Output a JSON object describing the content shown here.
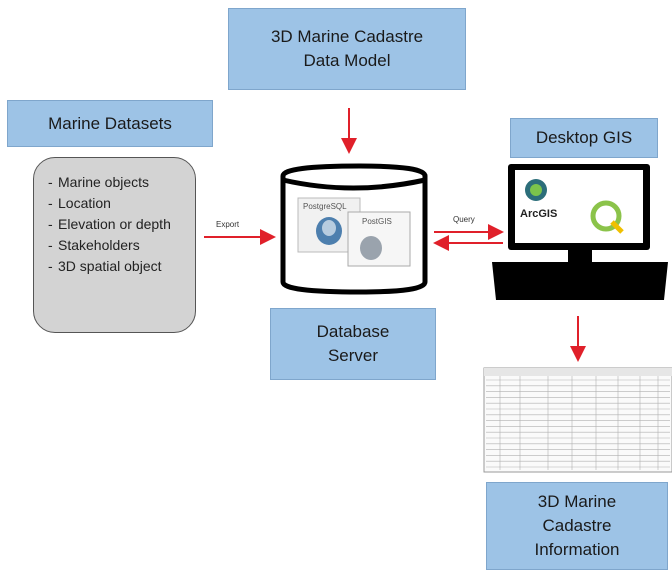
{
  "boxes": {
    "data_model": "3D Marine Cadastre\nData Model",
    "marine_datasets": "Marine Datasets",
    "desktop_gis": "Desktop GIS",
    "database_server": "Database\nServer",
    "cadastre_info": "3D Marine\nCadastre\nInformation"
  },
  "datasets_items": [
    "Marine objects",
    "Location",
    "Elevation or depth",
    "Stakeholders",
    "3D spatial object"
  ],
  "arrows": {
    "export_label": "Export",
    "query_label": "Query"
  },
  "database_logos": {
    "postgresql": "PostgreSQL",
    "postgis": "PostGIS"
  },
  "gis_apps": {
    "arcgis": "ArcGIS"
  },
  "colors": {
    "box_fill": "#9dc3e6",
    "arrow": "#e0202a",
    "list_fill": "#d3d3d3"
  }
}
